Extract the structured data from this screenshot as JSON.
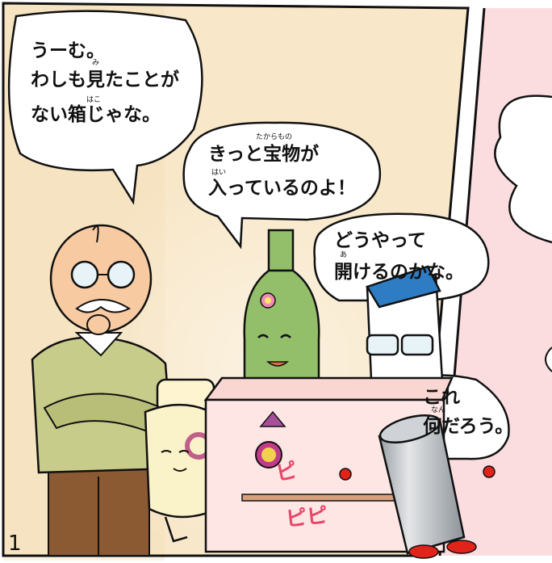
{
  "panel": {
    "number": "1"
  },
  "bubbles": {
    "elder": {
      "line1": "うーむ。",
      "line2": "わしも見たことが",
      "line3": "ない箱じゃな。",
      "ruby_mi": "み",
      "ruby_hako": "はこ"
    },
    "flower_bottle": {
      "line1": "きっと宝物が",
      "line2": "入っているのよ！",
      "ruby_takaramono": "たからもの",
      "ruby_hai": "はい"
    },
    "blue_carton": {
      "line1": "どうやって",
      "line2": "開けるのかな。",
      "ruby_a": "あ"
    },
    "can": {
      "line1": "これ",
      "line2": "何だろう。",
      "ruby_nan": "なん"
    }
  },
  "sound_effects": {
    "pi": "ピ",
    "pipi": "ピピ"
  },
  "colors": {
    "wall_panel1": "#f8e7c8",
    "wall_panel2": "#fbdde0",
    "box_pink": "#fde6e4",
    "sweater": "#c8cc8a",
    "trousers": "#8b5a33",
    "green_bottle": "#93bf6b",
    "blue_cap": "#2d7cc4",
    "sfx_pink": "#e8476a"
  }
}
